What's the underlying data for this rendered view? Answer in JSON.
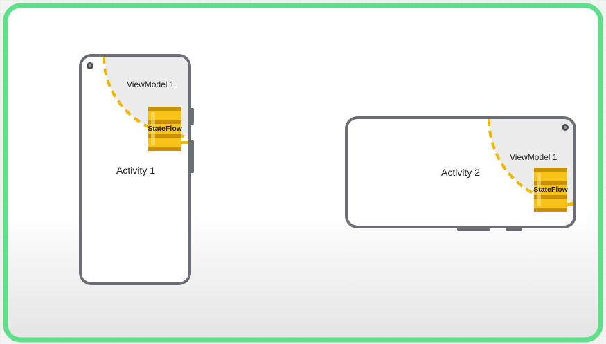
{
  "diagram": {
    "phone_portrait": {
      "view_model_label": "ViewModel 1",
      "activity_label": "Activity 1",
      "stateflow_label": "StateFlow"
    },
    "phone_landscape": {
      "view_model_label": "ViewModel 1",
      "activity_label": "Activity 2",
      "stateflow_label": "StateFlow"
    }
  },
  "colors": {
    "frame_border": "#5fdf8a",
    "phone_body": "#6b6e74",
    "screen": "#ffffff",
    "viewmodel_area": "#ececec",
    "dash": "#f2b705",
    "barrel": "#f7c318",
    "barrel_band": "#c98e0a"
  }
}
